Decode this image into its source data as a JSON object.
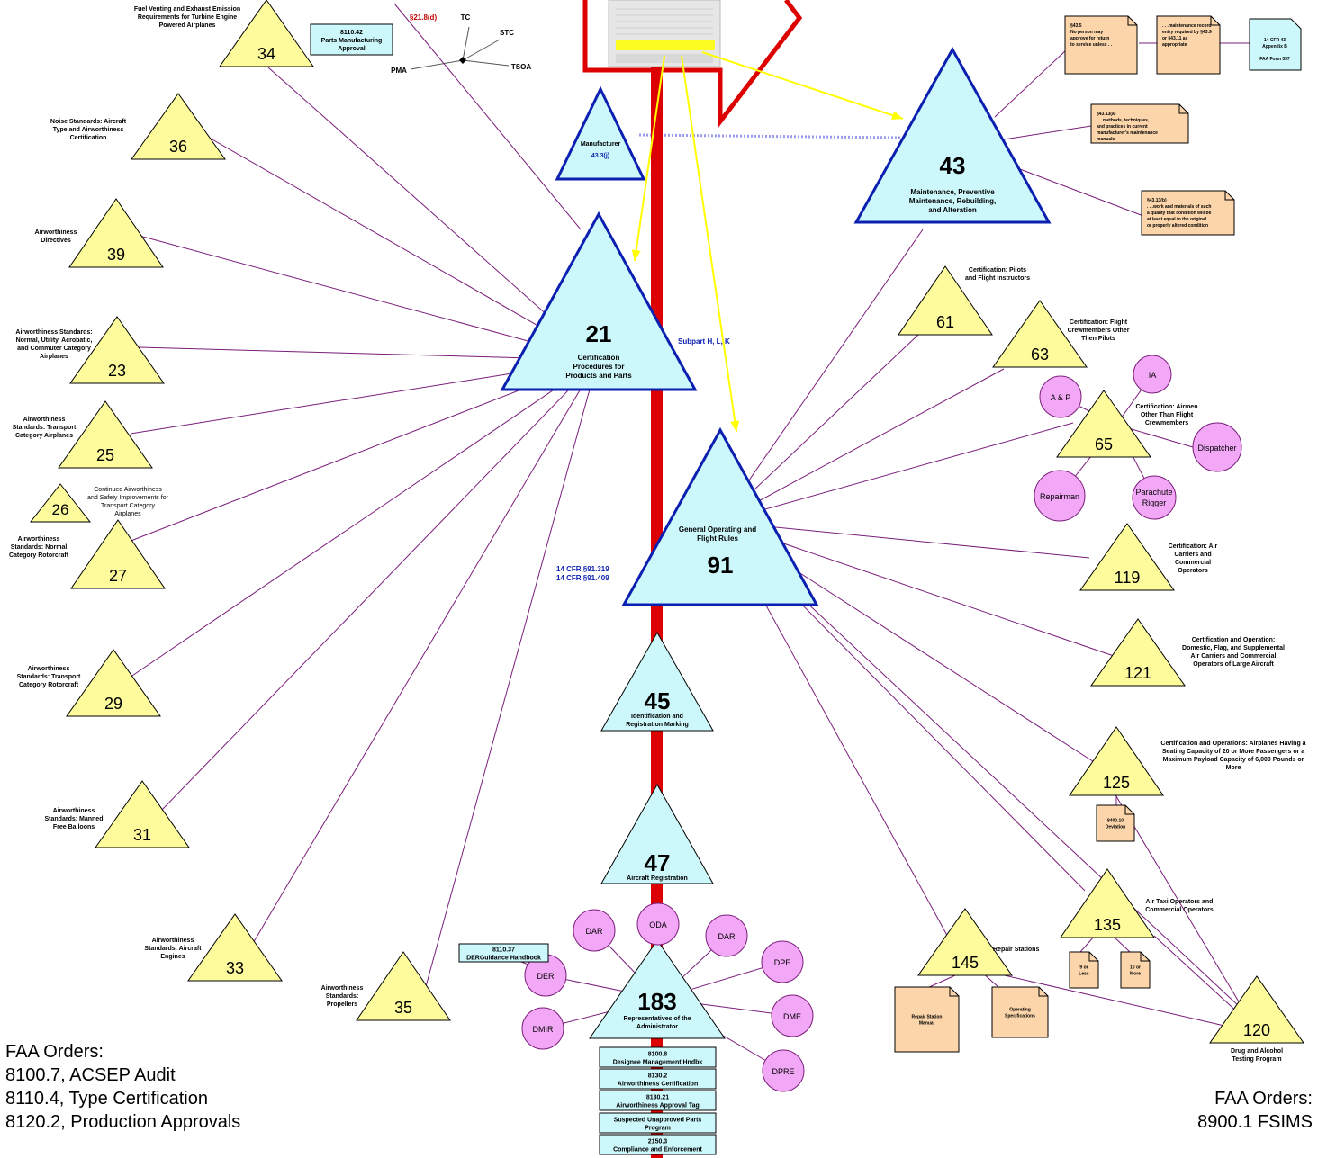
{
  "parts": {
    "p21": {
      "number": "21",
      "title": [
        "Certification",
        "Procedures for",
        "Products and Parts"
      ],
      "subpart": "Subpart H, L, K"
    },
    "p43": {
      "number": "43",
      "title": [
        "Maintenance, Preventive",
        "Maintenance, Rebuilding,",
        "and Alteration"
      ]
    },
    "p91": {
      "number": "91",
      "title": [
        "General Operating and",
        "Flight Rules"
      ],
      "refs": [
        "14 CFR §91.319",
        "14 CFR §91.409"
      ]
    },
    "p45": {
      "number": "45",
      "title": [
        "Identification and",
        "Registration Marking"
      ]
    },
    "p47": {
      "number": "47",
      "title": [
        "Aircraft Registration"
      ]
    },
    "p183": {
      "number": "183",
      "title": [
        "Representatives of the",
        "Administrator"
      ]
    },
    "manufacturer": {
      "title": "Manufacturer",
      "ref": "43.3(j)"
    },
    "p34": {
      "number": "34",
      "title": [
        "Fuel Venting and Exhaust Emission",
        "Requirements for Turbine Engine",
        "Powered Airplanes"
      ]
    },
    "p36": {
      "number": "36",
      "title": [
        "Noise Standards: Aircraft",
        "Type and Airworthiness",
        "Certification"
      ]
    },
    "p39": {
      "number": "39",
      "title": [
        "Airworthiness",
        "Directives"
      ]
    },
    "p23": {
      "number": "23",
      "title": [
        "Airworthiness Standards:",
        "Normal, Utility, Acrobatic,",
        "and Commuter Category",
        "Airplanes"
      ]
    },
    "p25": {
      "number": "25",
      "title": [
        "Airworthiness",
        "Standards: Transport",
        "Category Airplanes"
      ]
    },
    "p26": {
      "number": "26",
      "title": [
        "Continued Airworthiness",
        "and Safety Improvements for",
        "Transport Category",
        "Airplanes"
      ]
    },
    "p27": {
      "number": "27",
      "title": [
        "Airworthiness",
        "Standards:  Normal",
        "Category Rotorcraft"
      ]
    },
    "p29": {
      "number": "29",
      "title": [
        "Airworthiness",
        "Standards: Transport",
        "Category Rotorcraft"
      ]
    },
    "p31": {
      "number": "31",
      "title": [
        "Airworthiness",
        "Standards: Manned",
        "Free Balloons"
      ]
    },
    "p33": {
      "number": "33",
      "title": [
        "Airworthiness",
        "Standards: Aircraft",
        "Engines"
      ]
    },
    "p35": {
      "number": "35",
      "title": [
        "Airworthiness",
        "Standards:",
        "Propellers"
      ]
    },
    "p61": {
      "number": "61",
      "title": [
        "Certification: Pilots",
        "and Flight Instructors"
      ]
    },
    "p63": {
      "number": "63",
      "title": [
        "Certification: Flight",
        "Crewmembers Other",
        "Then Pilots"
      ]
    },
    "p65": {
      "number": "65",
      "title": [
        "Certification:  Airmen",
        "Other Than Flight",
        "Crewmembers"
      ]
    },
    "p119": {
      "number": "119",
      "title": [
        "Certification:  Air",
        "Carriers and",
        "Commercial",
        "Operators"
      ]
    },
    "p121": {
      "number": "121",
      "title": [
        "Certification and Operation:",
        "Domestic, Flag, and Supplemental",
        "Air Carriers and Commercial",
        "Operators of Large Aircraft"
      ]
    },
    "p125": {
      "number": "125",
      "title": [
        "Certification and Operations:  Airplanes Having a",
        "Seating Capacity of 20 or More Passengers or a",
        "Maximum Payload Capacity of 6,000 Pounds or",
        "More"
      ]
    },
    "p135": {
      "number": "135",
      "title": [
        "Air Taxi Operators and",
        "Commercial Operators"
      ]
    },
    "p145": {
      "number": "145",
      "title": [
        "Repair Stations"
      ]
    },
    "p120": {
      "number": "120",
      "title": [
        "Drug and Alcohol",
        "Testing Program"
      ]
    }
  },
  "part21_branch": {
    "ref": "§21.8(d)",
    "labels": [
      "TC",
      "STC",
      "PMA",
      "TSOA"
    ]
  },
  "boxes": {
    "b8110_42": [
      "8110.42",
      "Parts Manufacturing",
      "Approval"
    ],
    "b8110_37": [
      "8110.37",
      "DERGuidance Handbook"
    ],
    "b8100_8": [
      "8100.8",
      "Designee Management Hndbk"
    ],
    "b8130_2": [
      "8130.2",
      "Airworthiness Certification"
    ],
    "b8130_21": [
      "8130.21",
      "Airworthiness Approval Tag"
    ],
    "bSUP": [
      "Suspected Unapproved Parts",
      "Program"
    ],
    "b2150_3": [
      "2150.3",
      "Compliance and Enforcement"
    ],
    "b14cfr": [
      "14 CFR 43",
      "Appendix B",
      "",
      "FAA Form 337"
    ]
  },
  "notes": {
    "n43_5": [
      "§43.5",
      "No person may",
      "approve for return",
      "to service unless . ."
    ],
    "n43_9": [
      ". . .maintenance record",
      "entry required by §43.9",
      "or §43.11 as",
      "appropriate"
    ],
    "n43_13a": [
      "§43.13(a)",
      ". . .methods, techniques,",
      "and practices in current",
      "manufacturer's maintenance",
      "manuals"
    ],
    "n43_13b": [
      "§43.13(b)",
      ". . .work and materials of such",
      "a quality that condition will be",
      "at least equal to the original",
      "or properly altered condition"
    ],
    "n8400": [
      "8400.10",
      "Deviation"
    ],
    "n9less": [
      "9 or",
      "Less"
    ],
    "n10more": [
      "10 or",
      "More"
    ],
    "nRSM": [
      "Repair Station",
      "Manual"
    ],
    "nOpsSpecs": [
      "Operating",
      "Specifications"
    ]
  },
  "circles": {
    "ia": "IA",
    "ap": "A & P",
    "dispatcher": "Dispatcher",
    "repairman": "Repairman",
    "parachute": [
      "Parachute",
      "Rigger"
    ],
    "oda": "ODA",
    "dar1": "DAR",
    "dar2": "DAR",
    "dpe": "DPE",
    "der": "DER",
    "dme": "DME",
    "dmir": "DMIR",
    "dpre": "DPRE"
  },
  "orders_left": {
    "heading": "FAA Orders:",
    "items": [
      "8100.7, ACSEP Audit",
      "8110.4, Type Certification",
      "8120.2, Production Approvals"
    ]
  },
  "orders_right": {
    "heading": "FAA Orders:",
    "items": [
      "8900.1  FSIMS"
    ]
  },
  "colors": {
    "spine": "#dd0000",
    "blue_fill": "#ccf7fb",
    "blue_stroke": "#0b1fb0",
    "yellow_fill": "#fdfb9b",
    "orange_fill": "#fcd5aa",
    "pink_fill": "#f2a8f6",
    "line": "#7a1d7a",
    "arrow": "#ffff00"
  }
}
